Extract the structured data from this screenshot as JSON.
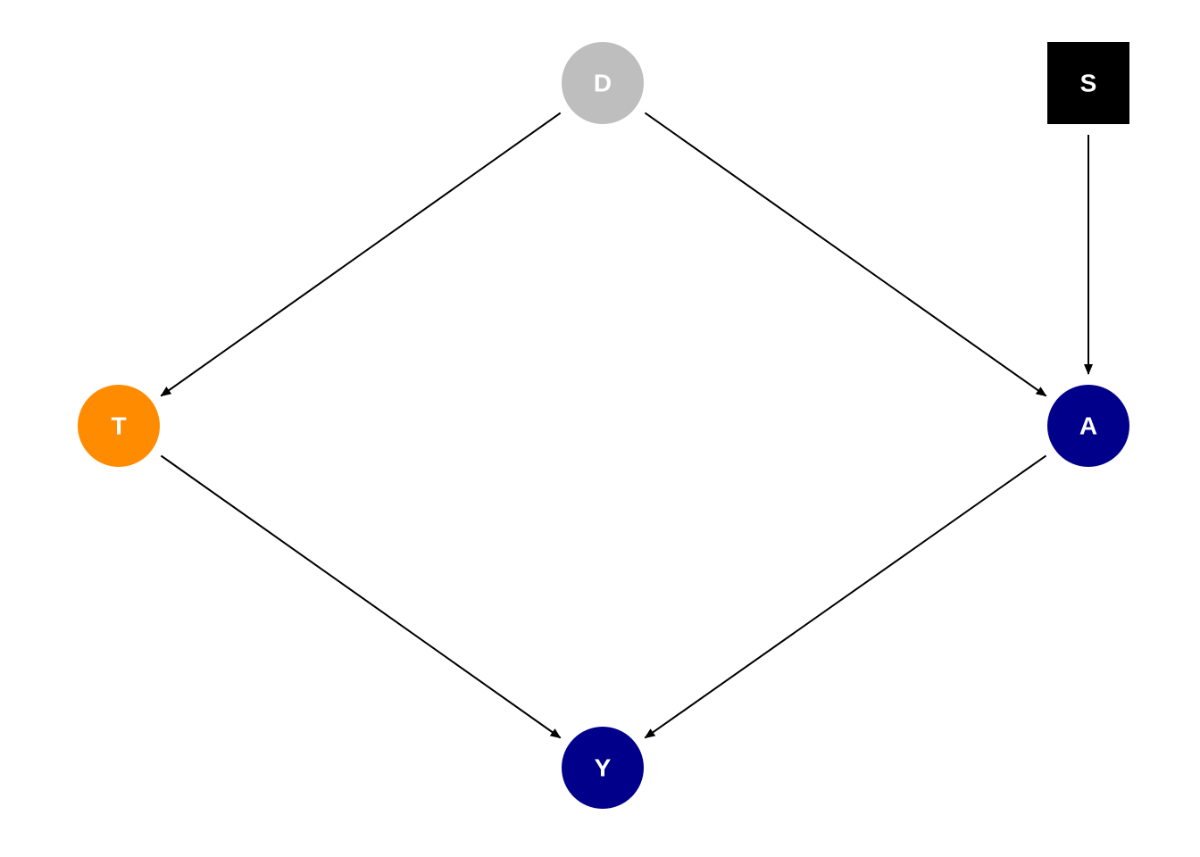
{
  "diagram": {
    "nodes": [
      {
        "id": "D",
        "label": "D",
        "shape": "circle",
        "color": "#bebebe"
      },
      {
        "id": "S",
        "label": "S",
        "shape": "square",
        "color": "#000000"
      },
      {
        "id": "T",
        "label": "T",
        "shape": "circle",
        "color": "#ff8c00"
      },
      {
        "id": "A",
        "label": "A",
        "shape": "circle",
        "color": "#00008b"
      },
      {
        "id": "Y",
        "label": "Y",
        "shape": "circle",
        "color": "#00008b"
      }
    ],
    "edges": [
      {
        "from": "D",
        "to": "T"
      },
      {
        "from": "D",
        "to": "A"
      },
      {
        "from": "S",
        "to": "A"
      },
      {
        "from": "T",
        "to": "Y"
      },
      {
        "from": "A",
        "to": "Y"
      }
    ],
    "label_color": "#ffffff",
    "edge_color": "#000000"
  }
}
